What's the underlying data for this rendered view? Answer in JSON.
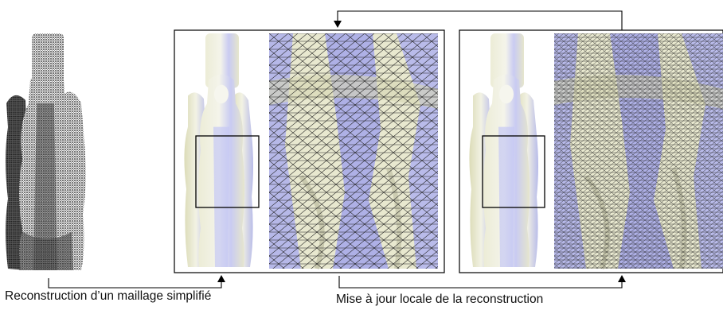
{
  "captions": {
    "left": "Reconstruction d’un maillage simplifié",
    "right": "Mise à jour locale de la reconstruction"
  },
  "colors": {
    "arrow": "#000000",
    "panel_border": "#000000",
    "mesh_lavender": "#aeb0e6",
    "mesh_olive": "#e4e4c2",
    "point_cloud": "#2a2a2a"
  },
  "icons": {
    "point_cloud": "statue-point-cloud",
    "statue_render": "statue-shaded-render",
    "mesh_zoom": "triangle-mesh-zoom",
    "focus_box": "zoom-region-box",
    "arrow": "flow-arrow"
  }
}
